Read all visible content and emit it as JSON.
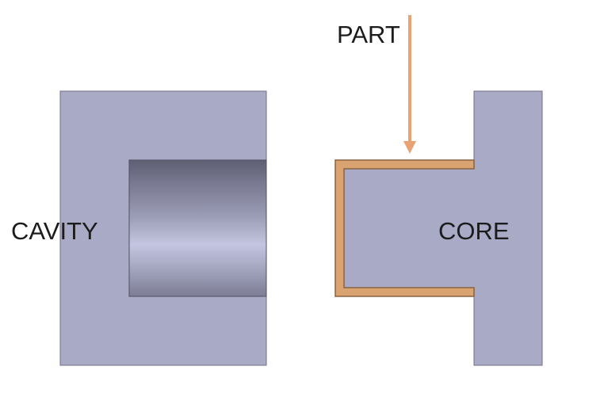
{
  "labels": {
    "cavity": "CAVITY",
    "core": "CORE",
    "part": "PART"
  },
  "colors": {
    "mold_fill": "#A9AAC6",
    "mold_stroke": "#6E6F86",
    "part_fill": "#D9A472",
    "part_stroke": "#8A6240",
    "arrow": "#E8A274",
    "text": "#1c1c1c",
    "background": "#ffffff"
  }
}
